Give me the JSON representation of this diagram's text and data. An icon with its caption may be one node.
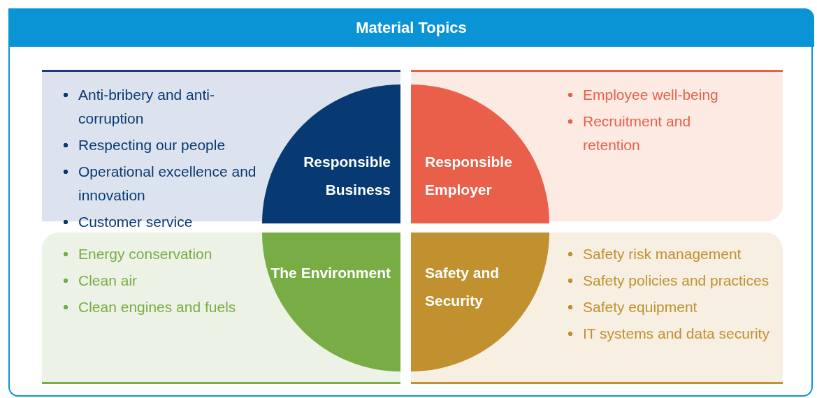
{
  "diagram": {
    "title": "Material Topics",
    "nodes": [
      {
        "text": [
          "Anti-bribery and anti-corruption",
          "Respecting our people",
          "Operational excellence and innovation",
          "Customer service"
        ]
      },
      {
        "text": [
          "Responsible Business"
        ],
        "in": 0
      },
      {
        "text": [
          "Employee well-being",
          "Recruitment and retention"
        ]
      },
      {
        "text": [
          "Responsible Employer"
        ],
        "in": 2
      },
      {
        "text": [
          "Energy conservation",
          "Clean air",
          "Clean engines and fuels"
        ]
      },
      {
        "text": [
          "The Environment"
        ],
        "in": 4
      },
      {
        "text": [
          "Safety risk management",
          "Safety policies and practices",
          "Safety equipment",
          "IT systems and data security"
        ]
      },
      {
        "text": [
          "Safety and Security"
        ],
        "in": 6
      }
    ]
  }
}
